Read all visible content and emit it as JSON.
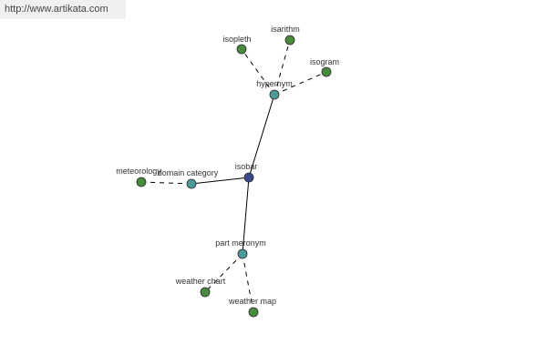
{
  "watermark": {
    "text": "http://www.artikata.com"
  },
  "colors": {
    "background": "#ffffff",
    "edge": "#000000",
    "center_node": "#3a4a8c",
    "relation_node": "#4c9a9a",
    "leaf_node": "#4a8a3c",
    "node_stroke": "#2a2a2a",
    "label": "#333333"
  },
  "graph": {
    "nodes": [
      {
        "id": "isobar",
        "label": "isobar",
        "kind": "center"
      },
      {
        "id": "hypernym",
        "label": "hypernym",
        "kind": "relation"
      },
      {
        "id": "domain-category",
        "label": "domain category",
        "kind": "relation"
      },
      {
        "id": "part-meronym",
        "label": "part meronym",
        "kind": "relation"
      },
      {
        "id": "isopleth",
        "label": "isopleth",
        "kind": "leaf"
      },
      {
        "id": "isarithm",
        "label": "isarithm",
        "kind": "leaf"
      },
      {
        "id": "isogram",
        "label": "isogram",
        "kind": "leaf"
      },
      {
        "id": "meteorology",
        "label": "meteorology",
        "kind": "leaf"
      },
      {
        "id": "weather-chart",
        "label": "weather chart",
        "kind": "leaf"
      },
      {
        "id": "weather-map",
        "label": "weather map",
        "kind": "leaf"
      }
    ],
    "edges": [
      {
        "from": "isobar",
        "to": "hypernym",
        "style": "solid"
      },
      {
        "from": "isobar",
        "to": "domain-category",
        "style": "solid"
      },
      {
        "from": "isobar",
        "to": "part-meronym",
        "style": "solid"
      },
      {
        "from": "hypernym",
        "to": "isopleth",
        "style": "dashed"
      },
      {
        "from": "hypernym",
        "to": "isarithm",
        "style": "dashed"
      },
      {
        "from": "hypernym",
        "to": "isogram",
        "style": "dashed"
      },
      {
        "from": "domain-category",
        "to": "meteorology",
        "style": "dashed"
      },
      {
        "from": "part-meronym",
        "to": "weather-chart",
        "style": "dashed"
      },
      {
        "from": "part-meronym",
        "to": "weather-map",
        "style": "dashed"
      }
    ]
  }
}
